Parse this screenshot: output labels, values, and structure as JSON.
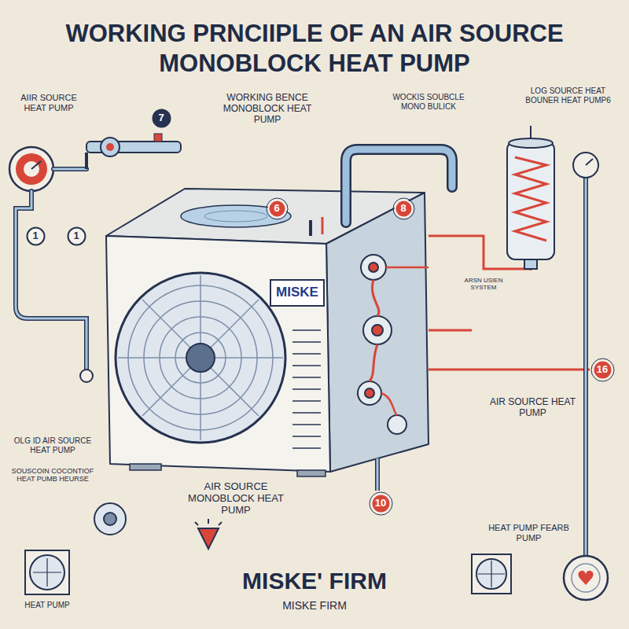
{
  "diagram": {
    "title": "WORKING PRNCIIPLE OF AN AIR SOURCE MONOBLOCK HEAT PUMP",
    "nodes": [
      {
        "text": [
          "7"
        ]
      },
      {
        "text": [
          "1"
        ]
      },
      {
        "text": [
          "1"
        ]
      },
      {
        "text": [
          "6"
        ]
      },
      {
        "text": [
          "8"
        ]
      },
      {
        "text": [
          "MISKE"
        ]
      },
      {
        "text": [
          "16"
        ]
      },
      {
        "text": [
          "10"
        ]
      }
    ],
    "labels": [
      "AIIR SOURCE HEAT PUMP",
      "WORKING BENCE MONOBLOCK HEAT PUMP",
      "WOCKIS SOUBCLE MONO BULICK",
      "LOG SOURCE HEAT BOUNER HEAT PUMP6",
      "ARSN USIEN SYSTEM",
      "AIR SOURCE HEAT PUMP",
      "OLG ID AIR SOURCE HEAT PUMP",
      "SOUSCOIN COCONTIOF HEAT PUMB HEURSE",
      "AIR SOURCE MONOBLOCK HEAT PUMP",
      "HEAT PUMP FEARB PUMP",
      "HEAT PUMP",
      "MISKE' FIRM",
      "MISKE FIRM"
    ]
  }
}
